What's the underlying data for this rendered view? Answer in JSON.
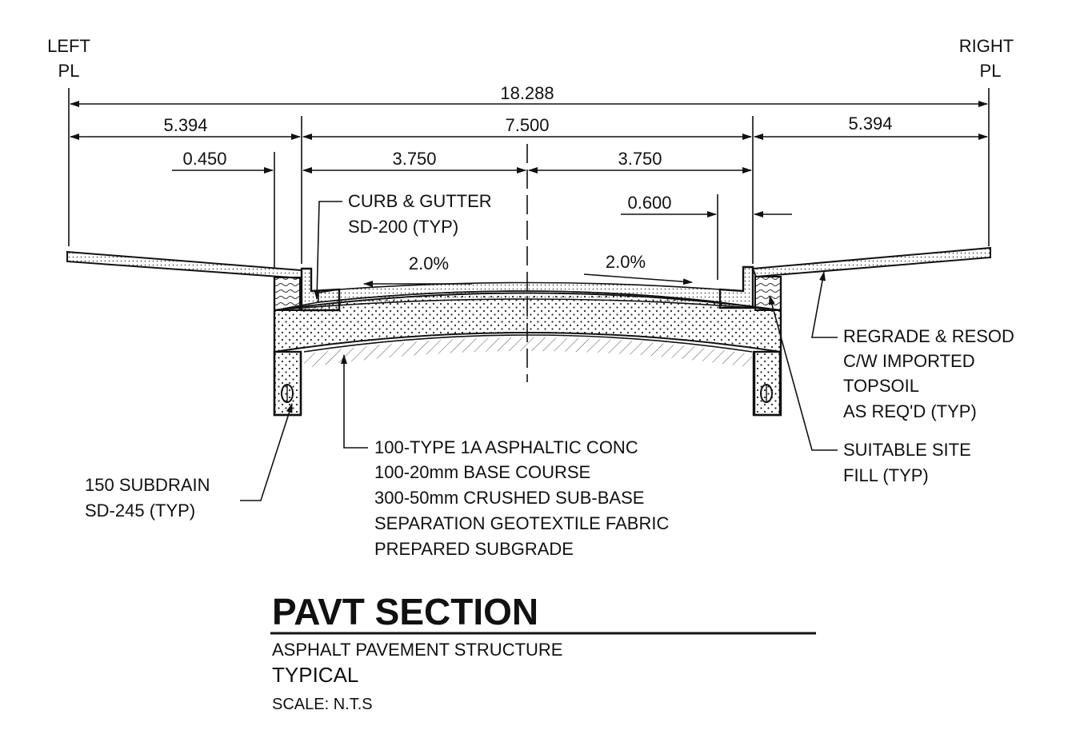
{
  "labels": {
    "left_pl": [
      "LEFT",
      "PL"
    ],
    "right_pl": [
      "RIGHT",
      "PL"
    ],
    "curb_gutter": [
      "CURB & GUTTER",
      "SD-200 (TYP)"
    ],
    "regrade": [
      "REGRADE & RESOD",
      "C/W IMPORTED",
      "TOPSOIL",
      "AS REQ'D (TYP)"
    ],
    "site_fill": [
      "SUITABLE SITE",
      "FILL (TYP)"
    ],
    "subdrain": [
      "150 SUBDRAIN",
      "SD-245 (TYP)"
    ],
    "layers": [
      "100-TYPE 1A ASPHALTIC CONC",
      "100-20mm BASE COURSE",
      "300-50mm CRUSHED SUB-BASE",
      "SEPARATION GEOTEXTILE FABRIC",
      "PREPARED SUBGRADE"
    ]
  },
  "dimensions": {
    "overall": "18.288",
    "left_boulevard": "5.394",
    "roadway": "7.500",
    "right_boulevard": "5.394",
    "left_offset": "0.450",
    "left_lane": "3.750",
    "right_lane": "3.750",
    "right_offset": "0.600"
  },
  "slopes": {
    "left": "2.0%",
    "right": "2.0%"
  },
  "title_block": {
    "title": "PAVT SECTION",
    "subtitle": "ASPHALT PAVEMENT STRUCTURE",
    "typical": "TYPICAL",
    "scale": "SCALE: N.T.S"
  }
}
